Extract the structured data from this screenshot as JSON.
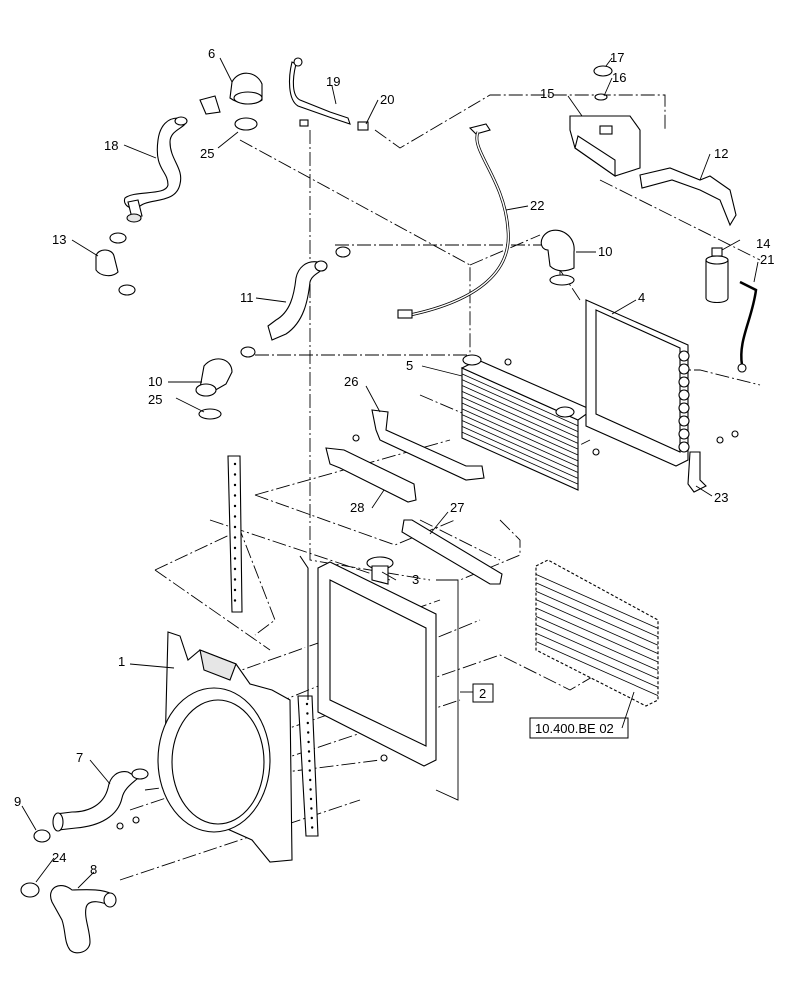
{
  "callouts": {
    "c1": "1",
    "c2": "2",
    "c3": "3",
    "c4": "4",
    "c5": "5",
    "c6": "6",
    "c7": "7",
    "c8": "8",
    "c9": "9",
    "c10a": "10",
    "c10b": "10",
    "c11": "11",
    "c12": "12",
    "c13": "13",
    "c14": "14",
    "c15": "15",
    "c16": "16",
    "c17": "17",
    "c18": "18",
    "c19": "19",
    "c20": "20",
    "c21": "21",
    "c22": "22",
    "c23": "23",
    "c24": "24",
    "c25a": "25",
    "c25b": "25",
    "c26": "26",
    "c27": "27",
    "c28": "28"
  },
  "reference_box": "10.400.BE 02"
}
